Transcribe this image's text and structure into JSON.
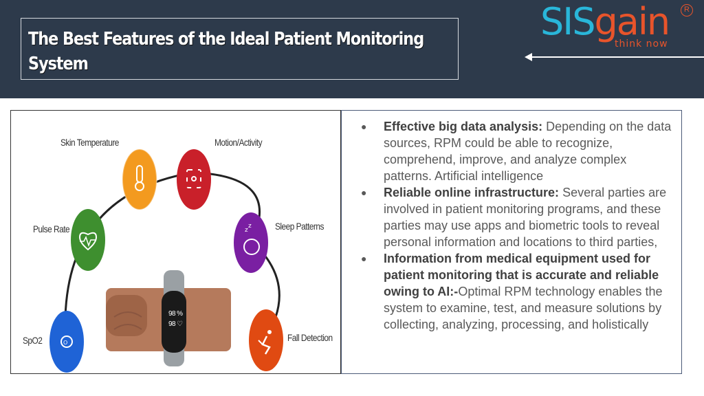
{
  "header": {
    "title": "The Best Features of the Ideal Patient Monitoring System"
  },
  "logo": {
    "brand_part1": "SIS",
    "brand_part2": "gain",
    "registered": "R",
    "tagline": "think now"
  },
  "figure": {
    "labels": {
      "skin_temperature": "Skin Temperature",
      "motion_activity": "Motion/Activity",
      "pulse_rate": "Pulse Rate",
      "sleep_patterns": "Sleep Patterns",
      "spo2": "SpO2",
      "fall_detection": "Fall Detection"
    },
    "device_readout": {
      "line1": "98 %",
      "line2": "98 ♡"
    },
    "colors": {
      "skin_temperature": "#f39a1f",
      "motion_activity": "#c9202a",
      "pulse_rate": "#3e8f2f",
      "sleep_patterns": "#7a1fa2",
      "spo2": "#1f63d6",
      "fall_detection": "#e04a12"
    }
  },
  "bullets": [
    {
      "bold": "Effective big data analysis:",
      "text": " Depending on the data sources, RPM could be able to recognize, comprehend, improve, and analyze complex patterns. Artificial intelligence"
    },
    {
      "bold": "Reliable online infrastructure:",
      "text": " Several parties are involved in patient monitoring programs, and these parties may use apps and biometric tools to reveal personal information and locations to third parties,"
    },
    {
      "bold": "Information from medical equipment used for patient monitoring that is accurate and reliable owing to AI:-",
      "text": "Optimal RPM technology enables the system to examine, test, and measure solutions by collecting, analyzing, processing, and holistically"
    }
  ]
}
